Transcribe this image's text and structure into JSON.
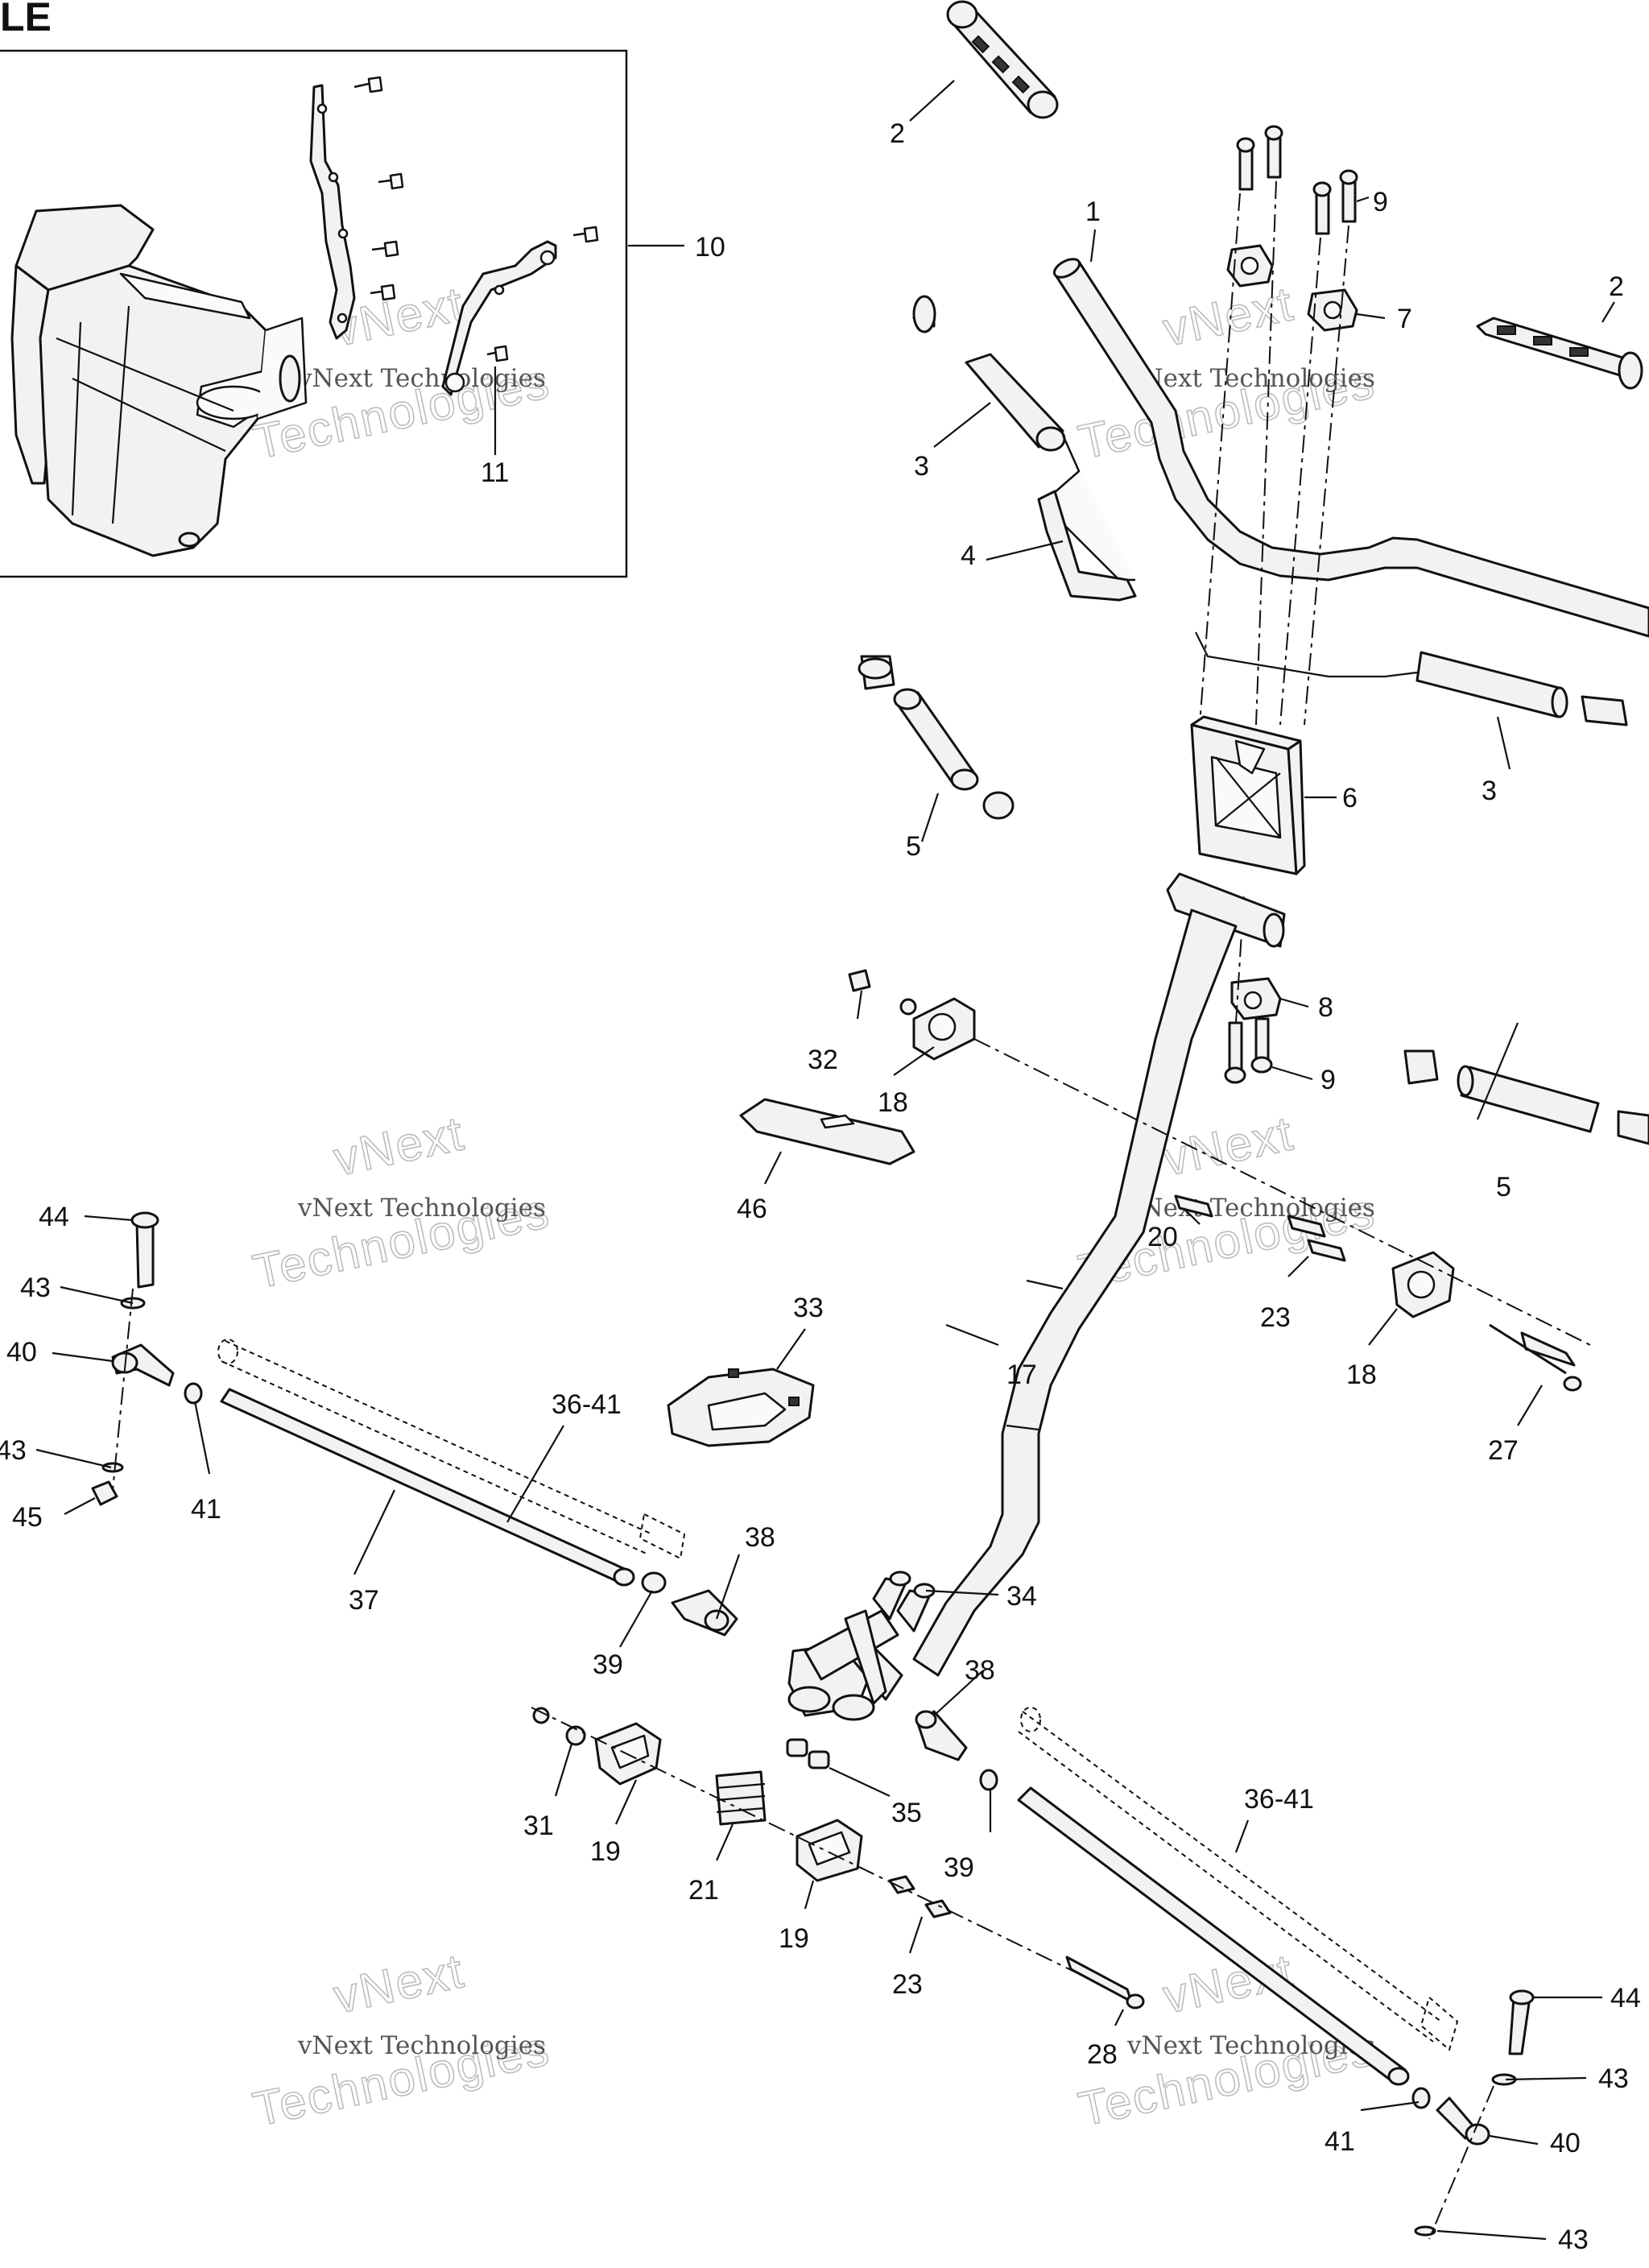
{
  "header": {
    "title": "LE"
  },
  "labels": [
    {
      "id": "1",
      "text": "1"
    },
    {
      "id": "2a",
      "text": "2"
    },
    {
      "id": "2b",
      "text": "2"
    },
    {
      "id": "3a",
      "text": "3"
    },
    {
      "id": "3b",
      "text": "3"
    },
    {
      "id": "4",
      "text": "4"
    },
    {
      "id": "5a",
      "text": "5"
    },
    {
      "id": "5b",
      "text": "5"
    },
    {
      "id": "6",
      "text": "6"
    },
    {
      "id": "7",
      "text": "7"
    },
    {
      "id": "8",
      "text": "8"
    },
    {
      "id": "9a",
      "text": "9"
    },
    {
      "id": "9b",
      "text": "9"
    },
    {
      "id": "10",
      "text": "10"
    },
    {
      "id": "11",
      "text": "11"
    },
    {
      "id": "17",
      "text": "17"
    },
    {
      "id": "18a",
      "text": "18"
    },
    {
      "id": "18b",
      "text": "18"
    },
    {
      "id": "19a",
      "text": "19"
    },
    {
      "id": "19b",
      "text": "19"
    },
    {
      "id": "20",
      "text": "20"
    },
    {
      "id": "21",
      "text": "21"
    },
    {
      "id": "23a",
      "text": "23"
    },
    {
      "id": "23b",
      "text": "23"
    },
    {
      "id": "27",
      "text": "27"
    },
    {
      "id": "28",
      "text": "28"
    },
    {
      "id": "31",
      "text": "31"
    },
    {
      "id": "32",
      "text": "32"
    },
    {
      "id": "33",
      "text": "33"
    },
    {
      "id": "34",
      "text": "34"
    },
    {
      "id": "35",
      "text": "35"
    },
    {
      "id": "36-41a",
      "text": "36-41"
    },
    {
      "id": "36-41b",
      "text": "36-41"
    },
    {
      "id": "37",
      "text": "37"
    },
    {
      "id": "38a",
      "text": "38"
    },
    {
      "id": "38b",
      "text": "38"
    },
    {
      "id": "39a",
      "text": "39"
    },
    {
      "id": "39b",
      "text": "39"
    },
    {
      "id": "40a",
      "text": "40"
    },
    {
      "id": "40b",
      "text": "40"
    },
    {
      "id": "41a",
      "text": "41"
    },
    {
      "id": "41b",
      "text": "41"
    },
    {
      "id": "43a",
      "text": "43"
    },
    {
      "id": "43b",
      "text": "43"
    },
    {
      "id": "43c",
      "text": "43"
    },
    {
      "id": "43d",
      "text": "43"
    },
    {
      "id": "44a",
      "text": "44"
    },
    {
      "id": "44b",
      "text": "44"
    },
    {
      "id": "45",
      "text": "45"
    },
    {
      "id": "46",
      "text": "46"
    }
  ],
  "watermark": {
    "line1": "vNext Technologies",
    "line2": "Technologies",
    "line3": "vNext"
  }
}
